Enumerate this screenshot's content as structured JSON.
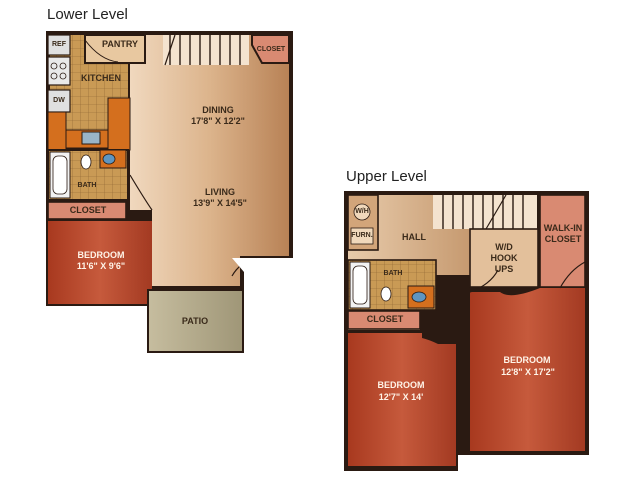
{
  "lower_level": {
    "title": "Lower Level",
    "rooms": {
      "ref": "REF",
      "pantry": "PANTRY",
      "closet_top": "CLOSET",
      "kitchen": "KITCHEN",
      "dw": "DW",
      "dining_name": "DINING",
      "dining_size": "17'8\" X 12'2\"",
      "bath": "BATH",
      "living_name": "LIVING",
      "living_size": "13'9\" X 14'5\"",
      "closet": "CLOSET",
      "bedroom_name": "BEDROOM",
      "bedroom_size": "11'6\" X 9'6\"",
      "patio": "PATIO"
    }
  },
  "upper_level": {
    "title": "Upper Level",
    "rooms": {
      "wh": "W/H",
      "furn": "FURN.",
      "hall": "HALL",
      "wd_1": "W/D",
      "wd_2": "HOOK",
      "wd_3": "UPS",
      "walkin_1": "WALK-IN",
      "walkin_2": "CLOSET",
      "bath": "BATH",
      "closet": "CLOSET",
      "bedroom_left_name": "BEDROOM",
      "bedroom_left_size": "12'7\" X 14'",
      "bedroom_right_name": "BEDROOM",
      "bedroom_right_size": "12'8\" X 17'2\""
    }
  },
  "colors": {
    "wall": "#2a1a12",
    "bedroom": "#b5432c",
    "living": "#d9b48e",
    "tile": "#c99a55",
    "patio": "#b7ad8d",
    "counter": "#d46f1e",
    "closet": "#d98a72"
  }
}
